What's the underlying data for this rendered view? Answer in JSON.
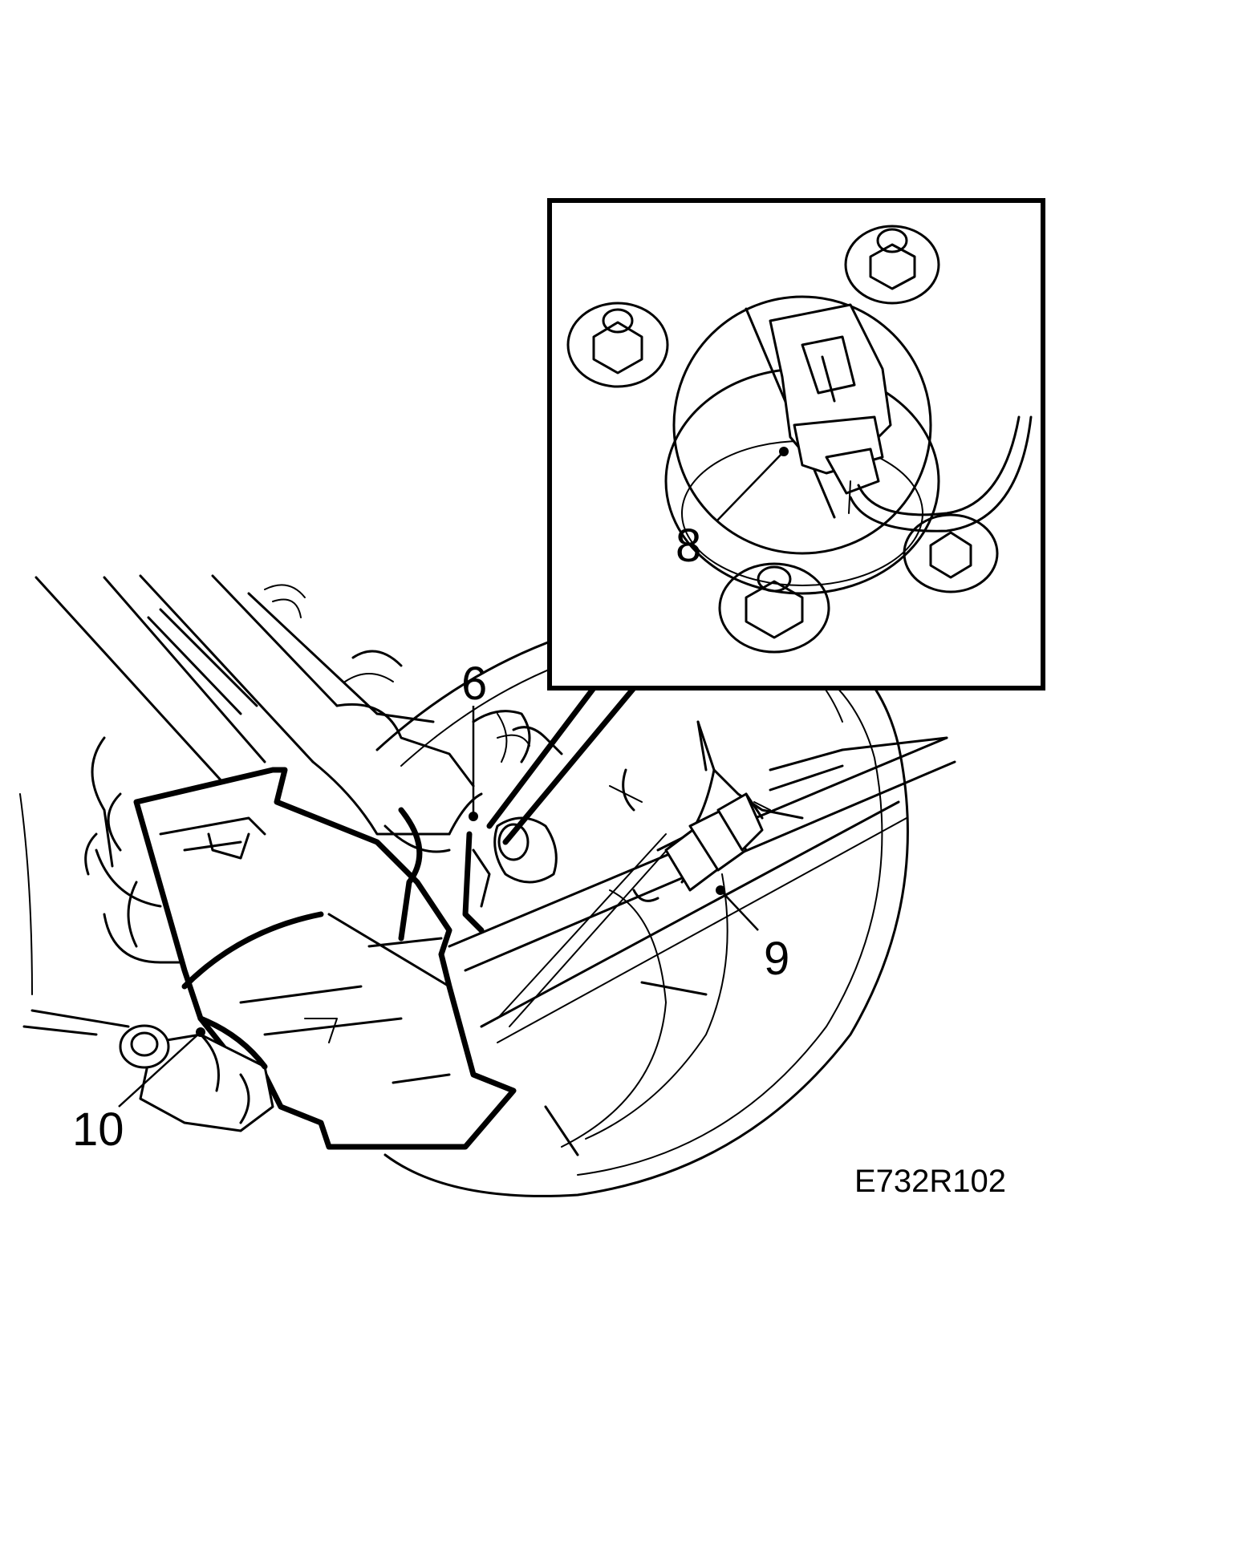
{
  "figure": {
    "reference_code": "E732R102",
    "callouts": [
      {
        "id": "6",
        "label": "6"
      },
      {
        "id": "8",
        "label": "8"
      },
      {
        "id": "9",
        "label": "9"
      },
      {
        "id": "10",
        "label": "10"
      }
    ]
  },
  "colors": {
    "ink": "#000000",
    "paper": "#ffffff"
  }
}
